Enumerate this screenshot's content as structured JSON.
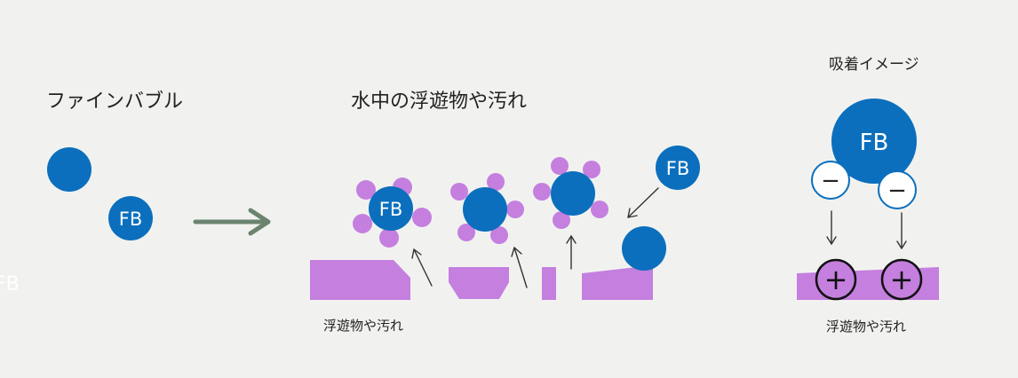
{
  "colors": {
    "background": "#f1f2ef",
    "bubble": "#0b6fbd",
    "dirt": "#c47fdf",
    "arrow_main": "#6b8470",
    "arrow_thin": "#333333",
    "text": "#222222",
    "white": "#ffffff"
  },
  "sections": {
    "fine_bubble_title": "ファインバブル",
    "water_dirt_title": "水中の浮遊物や汚れ",
    "adsorption_title": "吸着イメージ"
  },
  "labels": {
    "fb": "FB",
    "dirt_left": "浮遊物や汚れ",
    "dirt_right": "浮遊物や汚れ",
    "stray_fb": "FB",
    "minus": "−",
    "plus": "+"
  }
}
